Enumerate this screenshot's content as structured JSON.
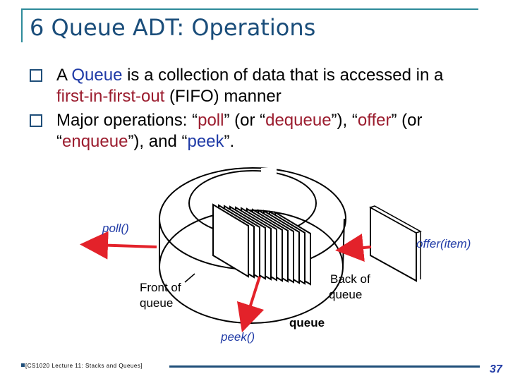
{
  "slide": {
    "title": "6 Queue ADT: Operations",
    "bullets": [
      {
        "parts": [
          {
            "t": "A ",
            "c": ""
          },
          {
            "t": "Queue",
            "c": "blue"
          },
          {
            "t": " is a collection of data that is accessed in a ",
            "c": ""
          },
          {
            "t": "first-in-first-out",
            "c": "red"
          },
          {
            "t": " (FIFO) manner",
            "c": ""
          }
        ]
      },
      {
        "parts": [
          {
            "t": "Major operations: “",
            "c": ""
          },
          {
            "t": "poll",
            "c": "red"
          },
          {
            "t": "” (or “",
            "c": ""
          },
          {
            "t": "dequeue",
            "c": "red"
          },
          {
            "t": "”), “",
            "c": ""
          },
          {
            "t": "offer",
            "c": "red"
          },
          {
            "t": "” (or “",
            "c": ""
          },
          {
            "t": "enqueue",
            "c": "red"
          },
          {
            "t": "”), and “",
            "c": ""
          },
          {
            "t": "peek",
            "c": "blue"
          },
          {
            "t": "”.",
            "c": ""
          }
        ]
      }
    ],
    "diagram": {
      "poll_label": "poll()",
      "offer_label": "offer(item)",
      "peek_label": "peek()",
      "front_label_1": "Front of",
      "front_label_2": "queue",
      "back_label_1": "Back of",
      "back_label_2": "queue",
      "queue_label": "queue",
      "arrow_color": "#e3222a",
      "accent_color": "#1f3aa6"
    },
    "footer": "[CS1020 Lecture 11: Stacks and Queues]",
    "page_number": "37"
  }
}
